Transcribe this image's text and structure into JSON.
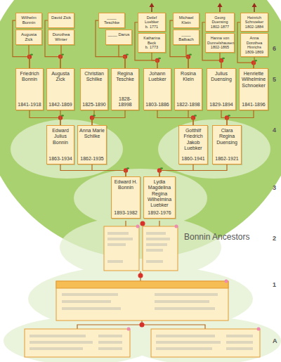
{
  "diagram": {
    "title": "Bonnin Ancestors",
    "nodes": [
      {
        "text": [
          "Wilhelm Bonnin"
        ]
      },
      {
        "text": [
          "David Zick"
        ]
      },
      {
        "text": [
          "Augusta Zick"
        ]
      },
      {
        "text": [
          "Dorothea Winter"
        ]
      },
      {
        "text": [
          "____ Teschke"
        ]
      },
      {
        "text": [
          "____ Darus"
        ]
      },
      {
        "text": [
          "Detlef Luebker",
          "b. 1771"
        ]
      },
      {
        "text": [
          "Katharina Beck",
          "b. 1773"
        ]
      },
      {
        "text": [
          "Michael Klein"
        ]
      },
      {
        "text": [
          "____ Balbach"
        ]
      },
      {
        "text": [
          "Georg Duensing",
          "1802-1877"
        ]
      },
      {
        "text": [
          "Hanna von Dunnelshausen",
          "1802-1865"
        ]
      },
      {
        "text": [
          "Heinrich Schnoeker",
          "1802-1884"
        ]
      },
      {
        "text": [
          "Anna Dorothea Hinrichs",
          "1809-1869"
        ]
      },
      {
        "text": [
          "Friedrich Bonnin",
          "1841-1918"
        ]
      },
      {
        "text": [
          "Augusta Zick",
          "1842-1869"
        ]
      },
      {
        "text": [
          "Christian Schilke",
          "1825-1890"
        ]
      },
      {
        "text": [
          "Regina Teschke",
          "1828-18998"
        ]
      },
      {
        "text": [
          "Johann Luebker",
          "1803-1886"
        ]
      },
      {
        "text": [
          "Rosina Klein",
          "1822-1898"
        ]
      },
      {
        "text": [
          "Julius Duensing",
          "1829-1894"
        ]
      },
      {
        "text": [
          "Henriette Wilhelmine Schnoeker",
          "1841-1896"
        ]
      },
      {
        "text": [
          "Edward Julius Bonnin",
          "1863-1934"
        ]
      },
      {
        "text": [
          "Anna Marie Schilke",
          "1862-1935"
        ]
      },
      {
        "text": [
          "Gotthilf Friedrich Jakob Luebker",
          "1860-1941"
        ]
      },
      {
        "text": [
          "Clara Regina Duensing",
          "1862-1921"
        ]
      },
      {
        "text": [
          "Edward H. Bonnin",
          "1893-1982"
        ]
      },
      {
        "text": [
          "Lydia Magdelina Regina Wilhelmina Luebker",
          "1892-1976"
        ]
      }
    ],
    "edges": [
      {
        "from": 0,
        "to": 14,
        "arrow": "none"
      },
      {
        "from": 2,
        "to": 14,
        "arrow": "none"
      },
      {
        "from": 1,
        "to": 15,
        "arrow": "none"
      },
      {
        "from": 3,
        "to": 15,
        "arrow": "none"
      },
      {
        "from": 4,
        "to": 17,
        "arrow": "none"
      },
      {
        "from": 5,
        "to": 17,
        "arrow": "none"
      },
      {
        "from": 6,
        "to": 18,
        "arrow": "none"
      },
      {
        "from": 7,
        "to": 18,
        "arrow": "none"
      },
      {
        "from": 8,
        "to": 19,
        "arrow": "none"
      },
      {
        "from": 9,
        "to": 19,
        "arrow": "none"
      },
      {
        "from": 10,
        "to": 20,
        "arrow": "none"
      },
      {
        "from": 11,
        "to": 20,
        "arrow": "none"
      },
      {
        "from": 12,
        "to": 21,
        "arrow": "none"
      },
      {
        "from": 13,
        "to": 21,
        "arrow": "none"
      },
      {
        "from": 14,
        "to": 22,
        "arrow": "none"
      },
      {
        "from": 15,
        "to": 22,
        "arrow": "none"
      },
      {
        "from": 16,
        "to": 23,
        "arrow": "none"
      },
      {
        "from": 17,
        "to": 23,
        "arrow": "none"
      },
      {
        "from": 18,
        "to": 24,
        "arrow": "none"
      },
      {
        "from": 19,
        "to": 24,
        "arrow": "none"
      },
      {
        "from": 20,
        "to": 25,
        "arrow": "none"
      },
      {
        "from": 21,
        "to": 25,
        "arrow": "none"
      },
      {
        "from": 22,
        "to": 26,
        "arrow": "none"
      },
      {
        "from": 23,
        "to": 26,
        "arrow": "none"
      },
      {
        "from": 24,
        "to": 27,
        "arrow": "none"
      },
      {
        "from": 25,
        "to": 27,
        "arrow": "none"
      }
    ],
    "labels": [
      "6",
      "5",
      "4",
      "3",
      "2",
      "1",
      "A"
    ]
  }
}
